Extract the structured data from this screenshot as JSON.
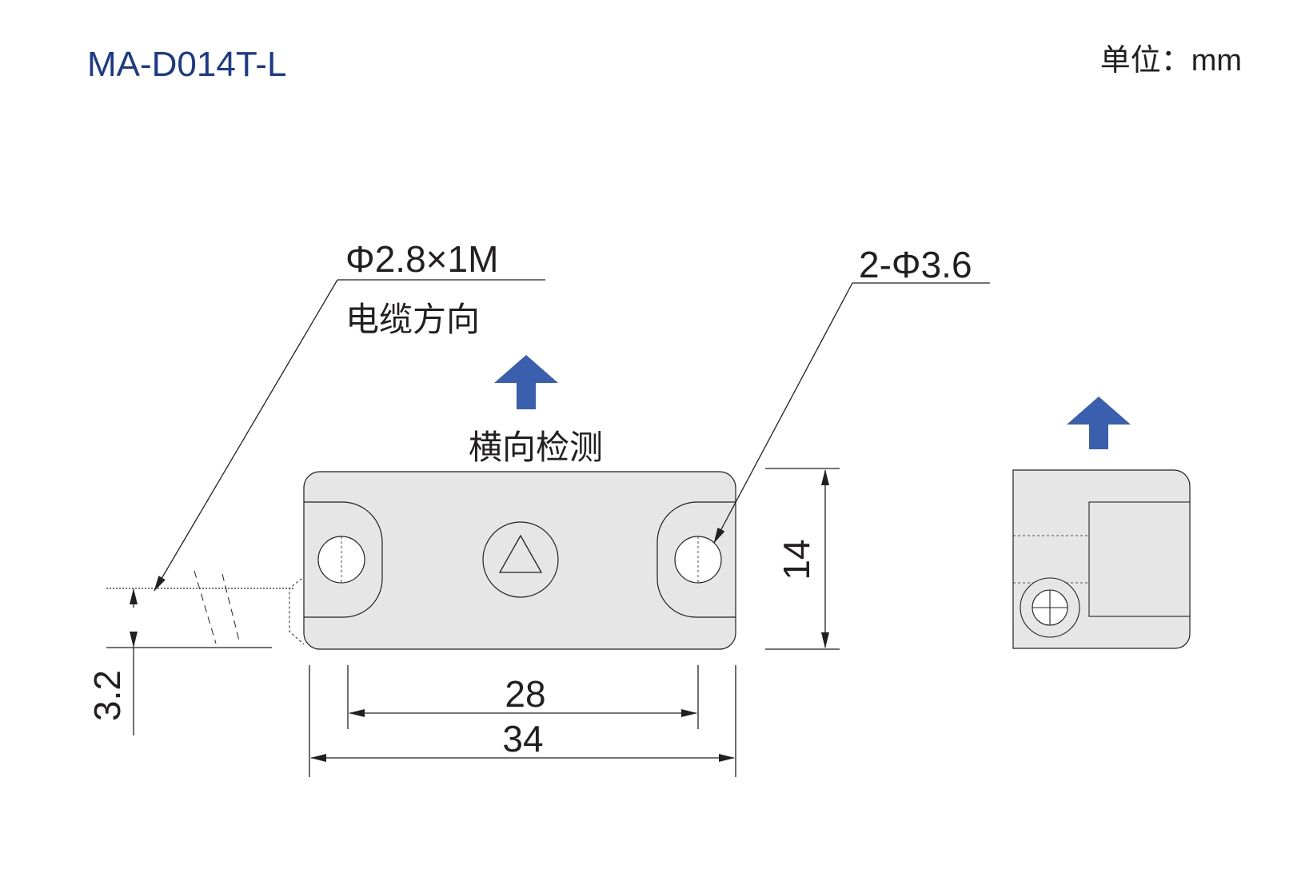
{
  "header": {
    "model": "MA-D014T-L",
    "unit_label": "单位：mm"
  },
  "callouts": {
    "cable_spec": "Φ2.8×1M",
    "cable_direction": "电缆方向",
    "hole_spec": "2-Φ3.6",
    "detection_mode": "横向检测"
  },
  "dimensions": {
    "hole_spacing": "28",
    "overall_length": "34",
    "height": "14",
    "thickness": "3.2"
  },
  "colors": {
    "title": "#1d3a8a",
    "arrow": "#3a5fae",
    "line": "#231f20",
    "body_fill": "#e6e6e6",
    "text": "#231f20"
  },
  "icons": {
    "detection_arrow": "arrow-up-icon",
    "sensing_mark": "triangle-icon",
    "screw_head": "crosshead-screw-icon"
  }
}
